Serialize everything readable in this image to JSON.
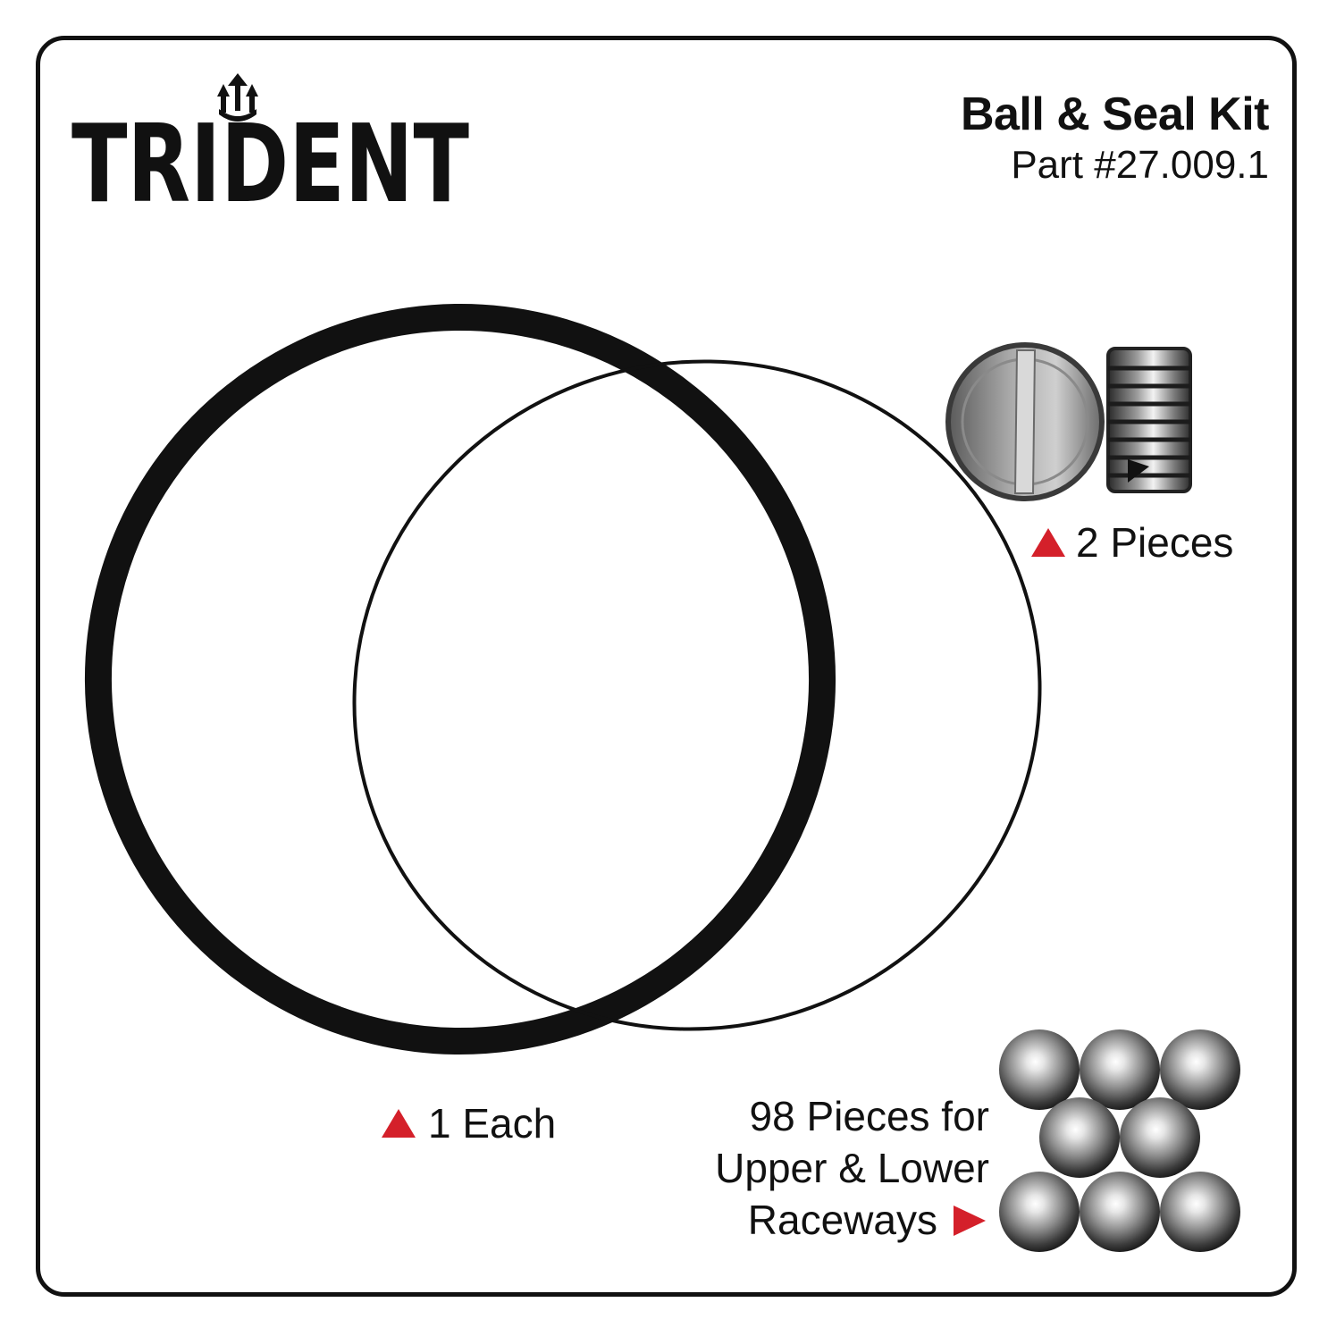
{
  "brand": {
    "logo_text": "TRIDENT",
    "logo_icon": "trident-icon"
  },
  "header": {
    "title": "Ball & Seal Kit",
    "part_number": "Part #27.009.1"
  },
  "items": {
    "plugs": {
      "label": "2 Pieces",
      "marker_icon": "triangle-up-icon"
    },
    "o_rings": {
      "label": "1 Each",
      "marker_icon": "triangle-up-icon"
    },
    "balls": {
      "label_lines": [
        "98 Pieces for",
        "Upper & Lower",
        "Raceways"
      ],
      "marker_icon": "triangle-right-icon"
    }
  },
  "colors": {
    "accent": "#d4202a",
    "ink": "#111111",
    "background": "#ffffff"
  }
}
